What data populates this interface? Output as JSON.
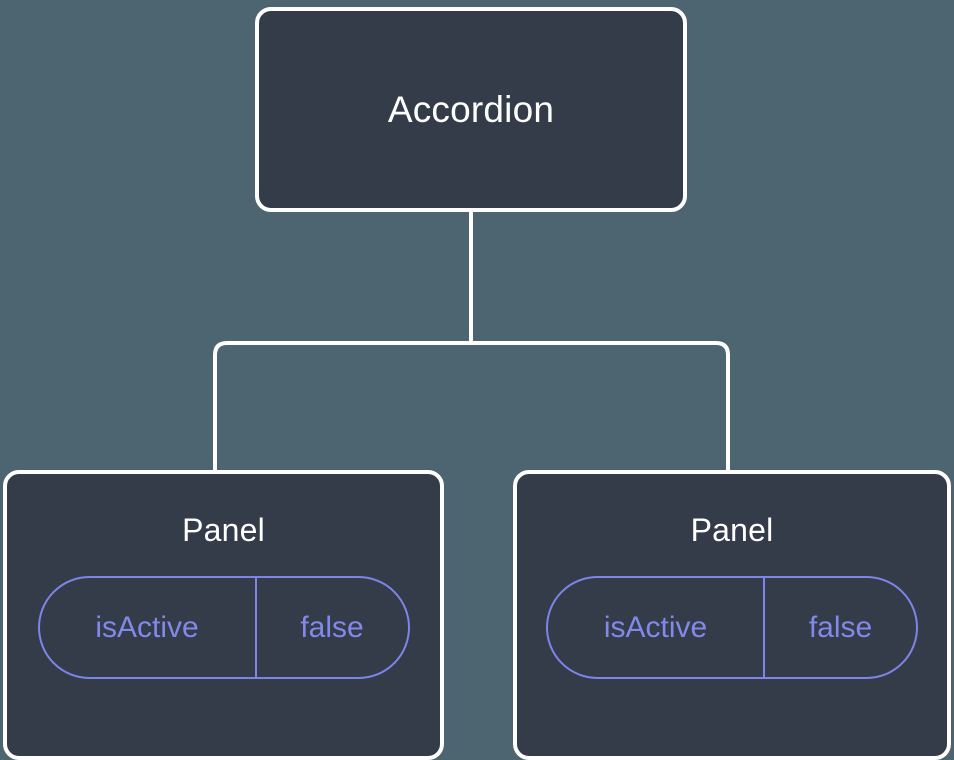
{
  "diagram": {
    "background_color": "#4c6570",
    "node_fill_color": "#343b49",
    "node_border_color": "#ffffff",
    "edge_color": "#ffffff",
    "prop_accent_color": "#7d85e8",
    "root": {
      "label": "Accordion"
    },
    "children": [
      {
        "label": "Panel",
        "prop": {
          "key": "isActive",
          "value": "false"
        }
      },
      {
        "label": "Panel",
        "prop": {
          "key": "isActive",
          "value": "false"
        }
      }
    ]
  }
}
